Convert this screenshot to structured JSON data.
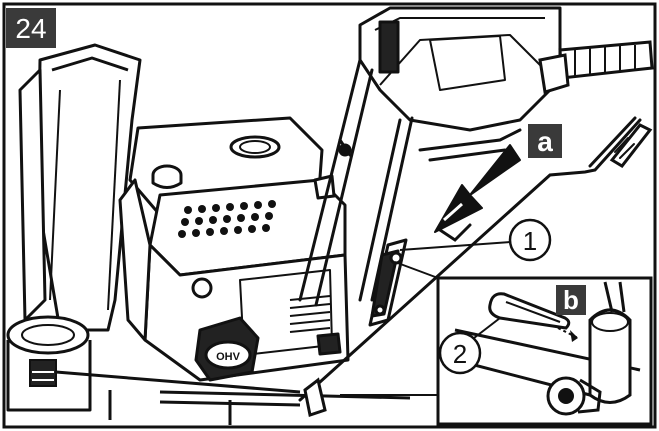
{
  "figure": {
    "number": "24",
    "labels": {
      "a": "a",
      "b": "b",
      "callout_1": "1",
      "callout_2": "2"
    }
  },
  "colors": {
    "ink": "#111111",
    "label_box_bg": "#3a3a3a",
    "label_text": "#ffffff",
    "paper": "#ffffff"
  }
}
